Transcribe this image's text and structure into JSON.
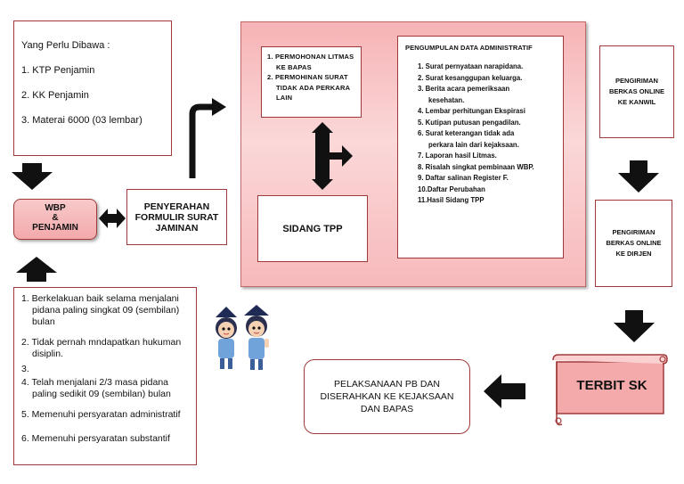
{
  "top_left": {
    "title": "Yang Perlu Dibawa :",
    "items": [
      "1. KTP Penjamin",
      "2. KK Penjamin",
      "3. Materai 6000 (03 lembar)"
    ]
  },
  "wbp": {
    "line1": "WBP",
    "line2": "&",
    "line3": "PENJAMIN"
  },
  "penyerahan": "PENYERAHAN FORMULIR SURAT JAMINAN",
  "requirements": [
    "1. Berkelakuan baik selama menjalani pidana paling singkat 09 (sembilan) bulan",
    "2. Tidak pernah mndapatkan hukuman disiplin.",
    "3.",
    "4. Telah menjalani 2/3 masa pidana paling sedikit 09 (sembilan) bulan",
    "5. Memenuhi persyaratan administratif",
    "6. Memenuhi persyaratan substantif"
  ],
  "permohonan": [
    "1. PERMOHONAN LITMAS KE BAPAS",
    "2. PERMOHINAN SURAT TIDAK ADA PERKARA LAIN"
  ],
  "sidang": "SIDANG TPP",
  "admin": {
    "title": "PENGUMPULAN DATA ADMINISTRATIF",
    "items": [
      "1. Surat pernyataan narapidana.",
      "2. Surat kesanggupan keluarga.",
      "3. Berita acara pemeriksaan kesehatan.",
      "4. Lembar perhitungan Ekspirasi",
      "5. Kutipan putusan pengadilan.",
      "6. Surat keterangan tidak ada perkara lain dari kejaksaan.",
      "7. Laporan hasil Litmas.",
      "8. Risalah singkat pembinaan WBP.",
      "9. Daftar salinan Register F.",
      "10.Daftar Perubahan",
      "11.Hasil Sidang TPP"
    ]
  },
  "kanwil": "PENGIRIMAN BERKAS ONLINE KE KANWIL",
  "dirjen": "PENGIRIMAN BERKAS ONLINE KE DIRJEN",
  "terbit": "TERBIT SK",
  "pelaksanaan": "PELAKSANAAN PB DAN DISERAHKAN KE KEJAKSAAN DAN BAPAS",
  "colors": {
    "border": "#a03a3a",
    "pink": "#f6b6b8",
    "arrow": "#111111"
  }
}
